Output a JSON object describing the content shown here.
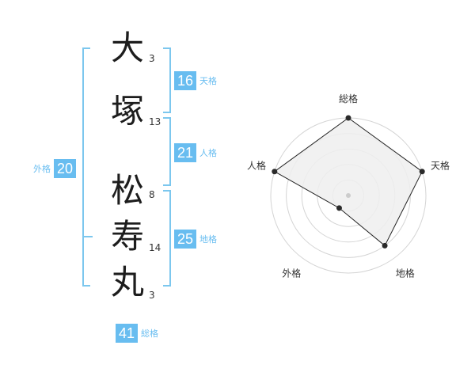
{
  "name": {
    "chars": [
      {
        "char": "大",
        "strokes": "3"
      },
      {
        "char": "塚",
        "strokes": "13"
      },
      {
        "char": "松",
        "strokes": "8"
      },
      {
        "char": "寿",
        "strokes": "14"
      },
      {
        "char": "丸",
        "strokes": "3"
      }
    ]
  },
  "kaku": {
    "ten": {
      "value": "16",
      "label": "天格"
    },
    "jin": {
      "value": "21",
      "label": "人格"
    },
    "chi": {
      "value": "25",
      "label": "地格"
    },
    "gai": {
      "value": "20",
      "label": "外格"
    },
    "sou": {
      "value": "41",
      "label": "総格"
    }
  },
  "chart_data": {
    "type": "radar",
    "axes": [
      "総格",
      "天格",
      "地格",
      "外格",
      "人格"
    ],
    "values": [
      5,
      5,
      4,
      1,
      5
    ],
    "max": 5,
    "rings": 5,
    "grid": true
  },
  "colors": {
    "accent": "#68bdf0",
    "bracket": "#7cc7ee",
    "radar_fill": "#eeeeee",
    "radar_line": "#222222",
    "ring": "#d4d4d4"
  }
}
